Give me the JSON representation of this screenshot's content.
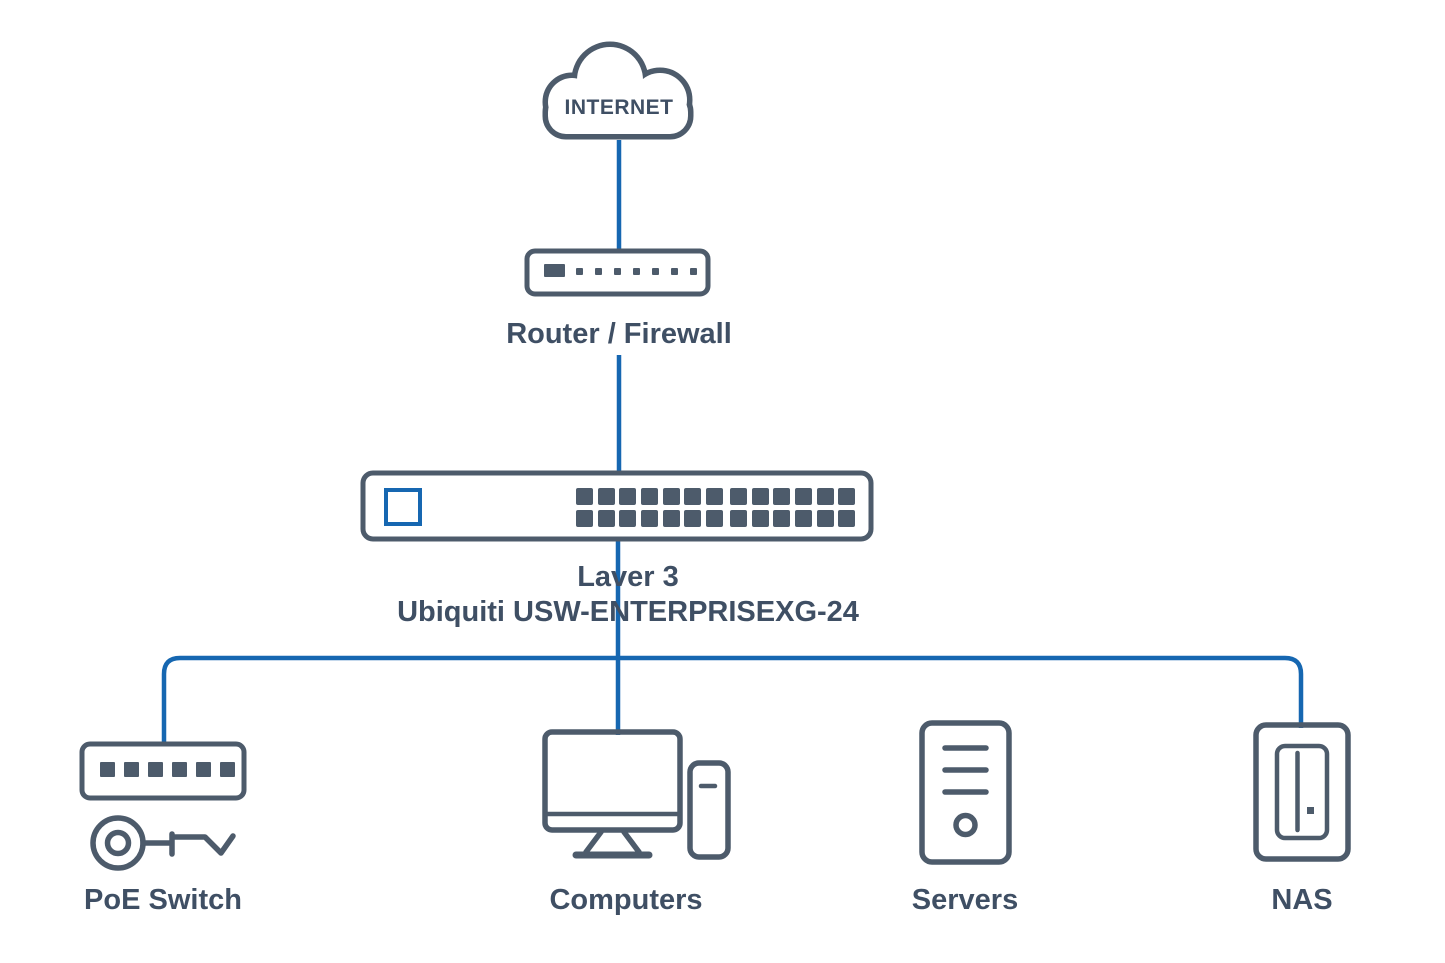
{
  "colors": {
    "line_blue": "#1667b1",
    "icon_slate": "#4d5b6b",
    "label_text": "#3f4f64"
  },
  "nodes": {
    "internet": {
      "label": "INTERNET",
      "icon": "cloud-icon"
    },
    "router": {
      "label": "Router / Firewall",
      "icon": "router-icon"
    },
    "core_switch": {
      "label_line1": "Laver 3",
      "label_line2": "Ubiquiti USW-ENTERPRISEXG-24",
      "icon": "switch-24-port-icon"
    },
    "poe_switch": {
      "label": "PoE Switch",
      "icon": "poe-switch-with-key-icon"
    },
    "computers": {
      "label": "Computers",
      "icon": "desktop-computer-icon"
    },
    "servers": {
      "label": "Servers",
      "icon": "server-tower-icon"
    },
    "nas": {
      "label": "NAS",
      "icon": "nas-enclosure-icon"
    }
  },
  "edges": [
    {
      "from": "internet",
      "to": "router"
    },
    {
      "from": "router",
      "to": "core_switch"
    },
    {
      "from": "core_switch",
      "to": "poe_switch"
    },
    {
      "from": "core_switch",
      "to": "computers"
    },
    {
      "from": "core_switch",
      "to": "nas"
    }
  ]
}
